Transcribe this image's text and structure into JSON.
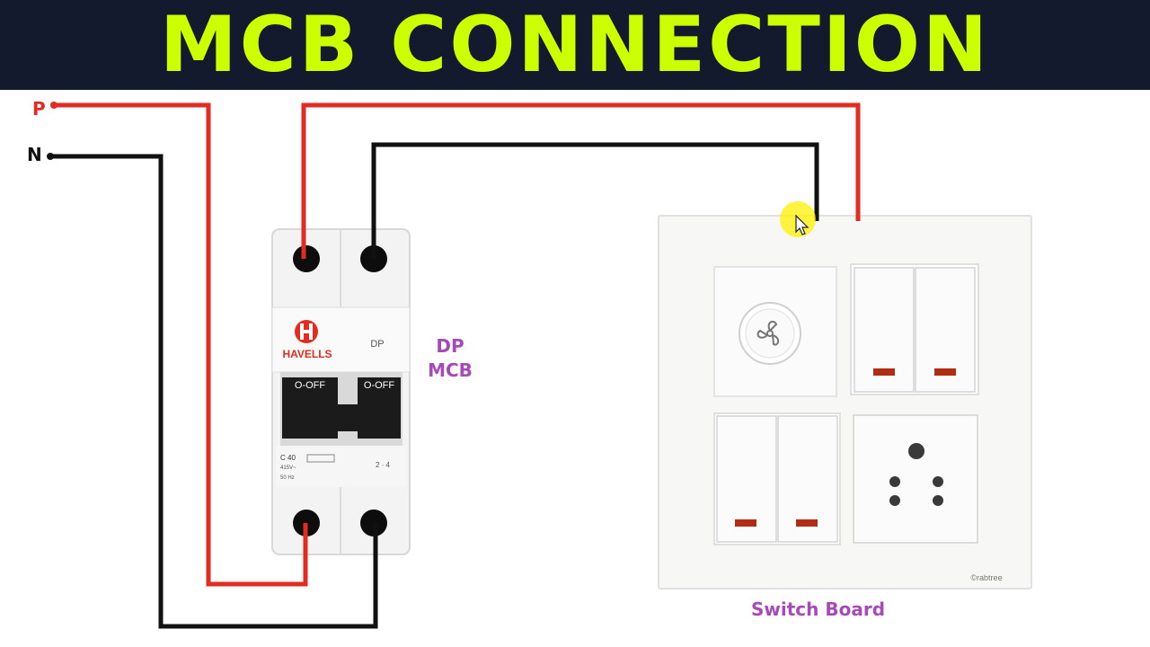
{
  "title": "MCB CONNECTION",
  "supply": {
    "phase_label": "P",
    "neutral_label": "N"
  },
  "mcb": {
    "label_line1": "DP",
    "label_line2": "MCB",
    "brand": "HAVELLS",
    "pole_label": "DP",
    "left_toggle_text": "O-OFF",
    "right_toggle_text": "O-OFF",
    "rating": "C 40",
    "spec_line1": "415V~",
    "spec_line2": "50 Hz",
    "terminal_marks": "2 · 4"
  },
  "switch_board": {
    "label": "Switch Board",
    "brand_mark": "©rabtree"
  },
  "colors": {
    "title_bg": "#141a2e",
    "title_text": "#ccff00",
    "phase_wire": "#e32b22",
    "neutral_wire": "#111111",
    "label_accent": "#a64ab9"
  },
  "icons": {
    "fan_regulator": "fan-icon",
    "cursor": "pointer-cursor-icon"
  }
}
